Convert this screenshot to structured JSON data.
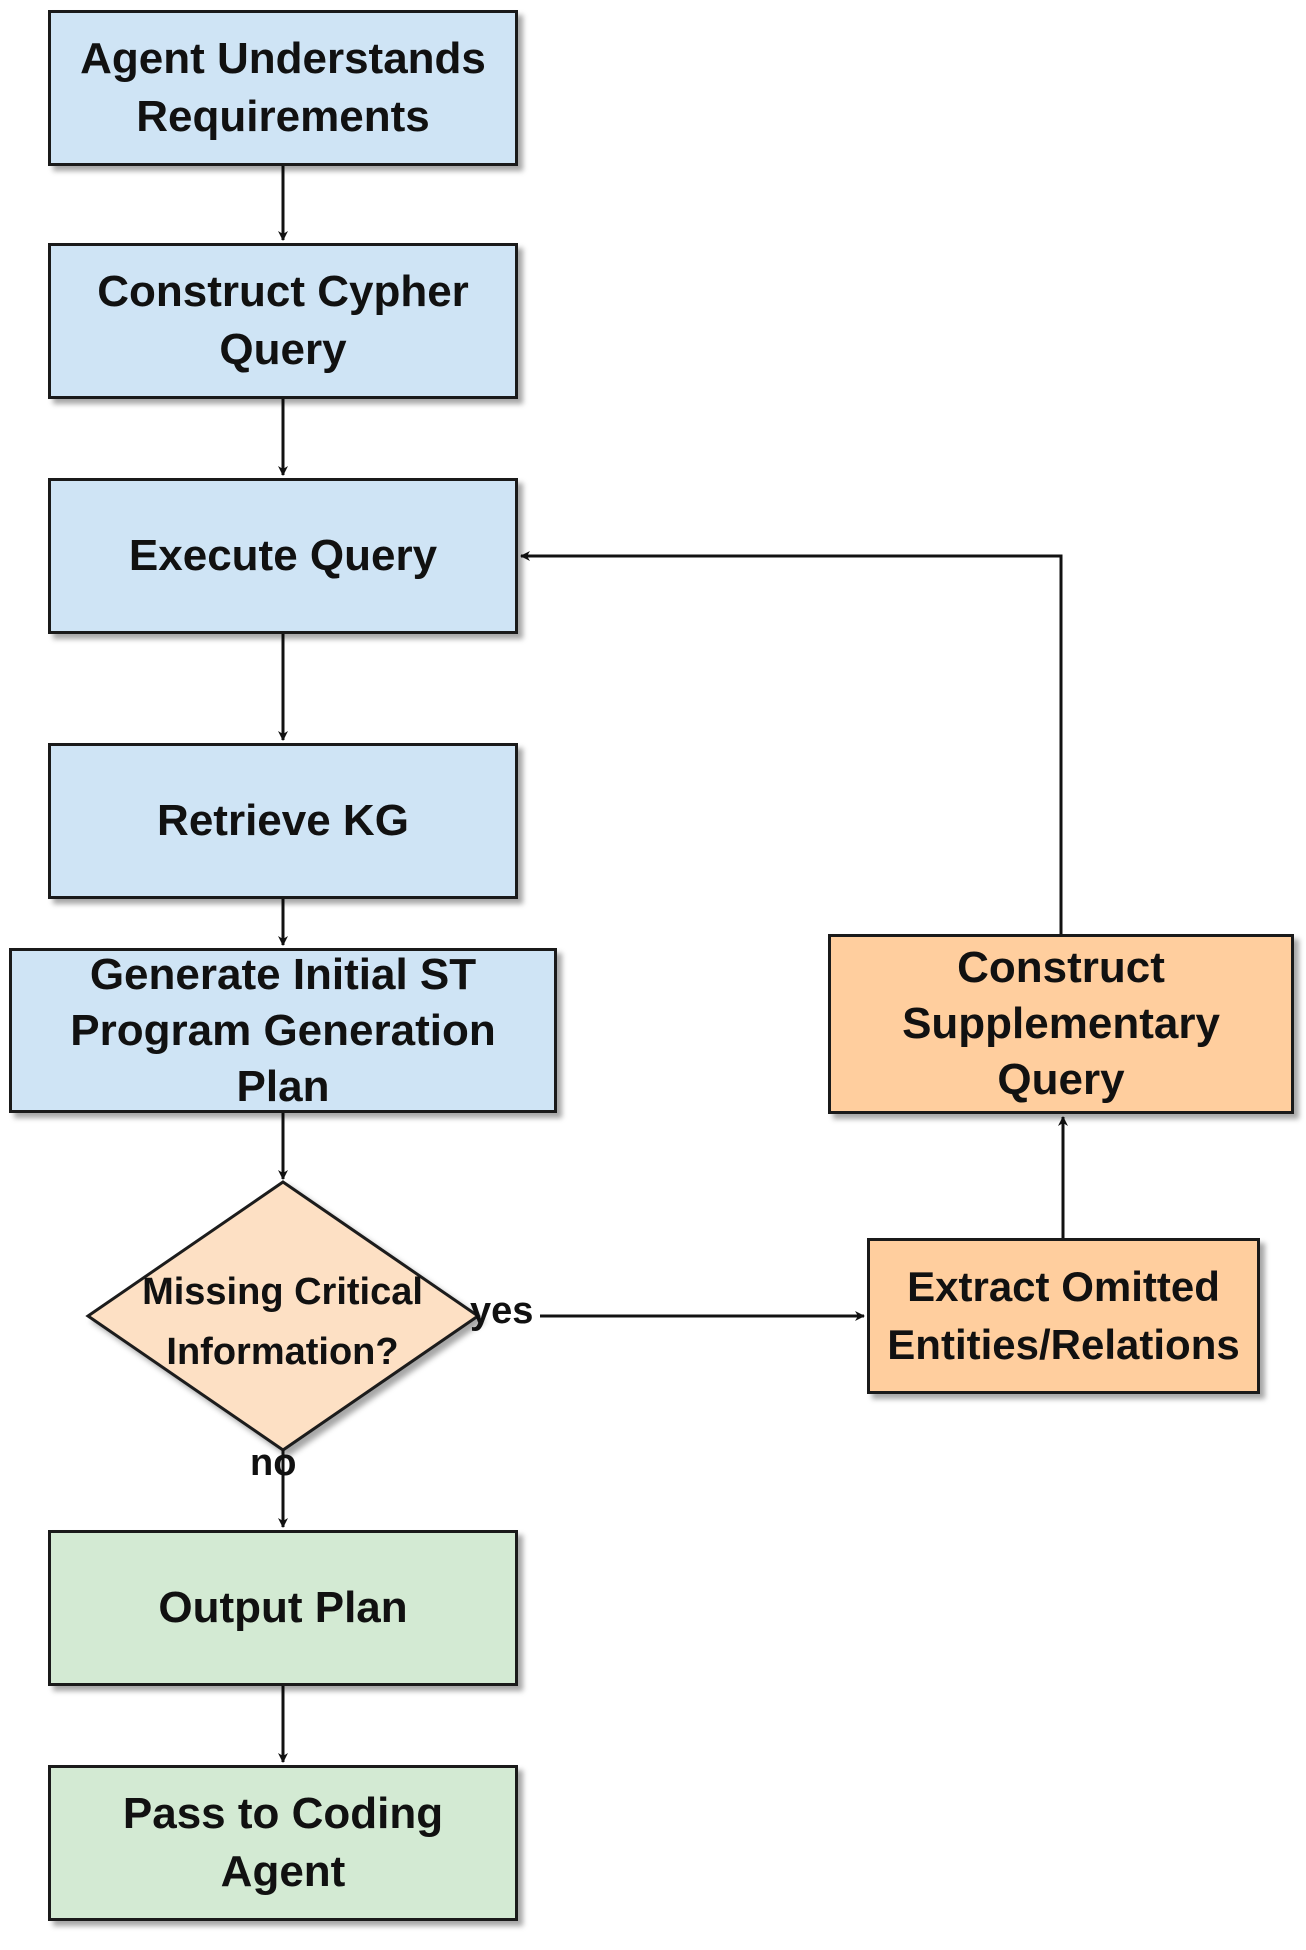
{
  "nodes": {
    "understand": "Agent Understands\nRequirements",
    "cypher": "Construct Cypher\nQuery",
    "execute": "Execute Query",
    "retrieve": "Retrieve KG",
    "generate": "Generate Initial ST\nProgram Generation\nPlan",
    "decision": "Missing Critical\nInformation?",
    "output": "Output Plan",
    "pass": "Pass to Coding\nAgent",
    "extract": "Extract Omitted\nEntities/Relations",
    "supplementary": "Construct\nSupplementary\nQuery"
  },
  "edges": {
    "yes_label": "yes",
    "no_label": "no"
  },
  "colors": {
    "process_blue": "#cfe4f5",
    "decision_peach": "#fde0c4",
    "loop_orange": "#ffce9e",
    "terminal_green": "#d3ead3",
    "stroke": "#1a1a1a"
  }
}
